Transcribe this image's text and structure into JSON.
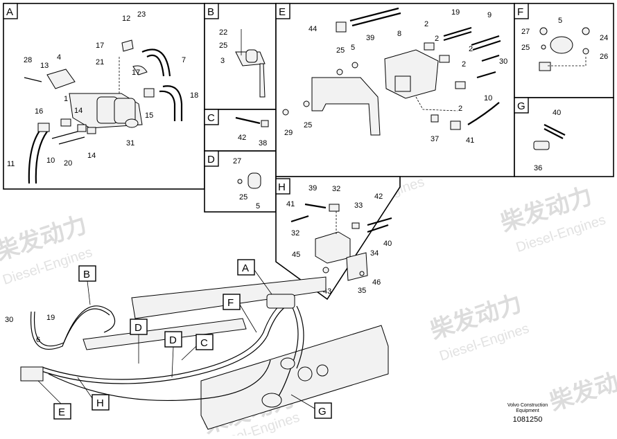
{
  "watermark": {
    "cn": "柴发动力",
    "en": "Diesel-Engines"
  },
  "sections": [
    {
      "id": "A",
      "labels": [
        "12",
        "23",
        "17",
        "21",
        "7",
        "17",
        "4",
        "28",
        "13",
        "1",
        "16",
        "14",
        "15",
        "18",
        "10",
        "20",
        "14",
        "31",
        "11"
      ]
    },
    {
      "id": "B",
      "labels": [
        "22",
        "25",
        "3"
      ]
    },
    {
      "id": "C",
      "labels": [
        "42",
        "38"
      ]
    },
    {
      "id": "D",
      "labels": [
        "27",
        "25",
        "5"
      ]
    },
    {
      "id": "E",
      "labels": [
        "44",
        "39",
        "19",
        "9",
        "8",
        "2",
        "2",
        "25",
        "5",
        "2",
        "30",
        "2",
        "10",
        "2",
        "29",
        "25",
        "37",
        "41"
      ]
    },
    {
      "id": "F",
      "labels": [
        "27",
        "5",
        "24",
        "25",
        "26"
      ]
    },
    {
      "id": "G",
      "labels": [
        "40",
        "36"
      ]
    },
    {
      "id": "H",
      "labels": [
        "39",
        "32",
        "41",
        "33",
        "42",
        "32",
        "40",
        "45",
        "34",
        "43",
        "35",
        "46"
      ]
    }
  ],
  "overview": {
    "callouts": [
      "A",
      "B",
      "C",
      "D",
      "D",
      "E",
      "F",
      "G",
      "H"
    ],
    "labels": [
      "30",
      "19",
      "6"
    ]
  },
  "footer": {
    "brand_line1": "Volvo Construction",
    "brand_line2": "Equipment",
    "drawing_number": "1081250"
  }
}
